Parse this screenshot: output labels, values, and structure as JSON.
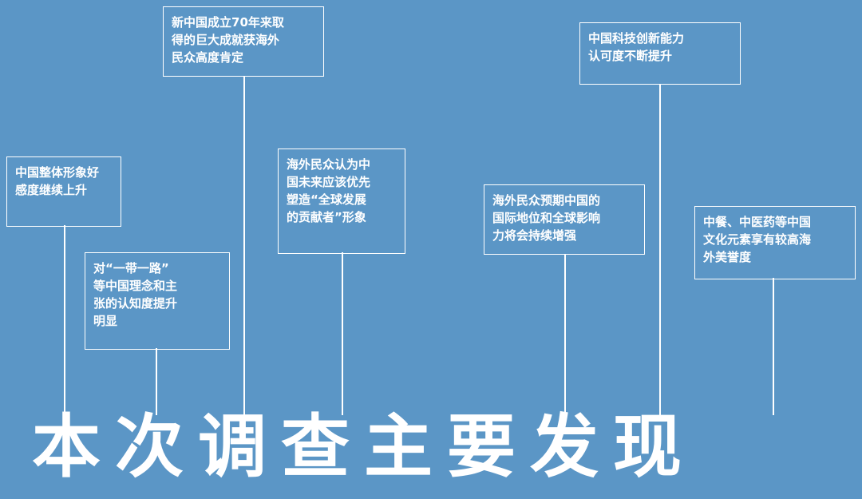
{
  "colors": {
    "background": "#5b96c6",
    "foreground": "#ffffff"
  },
  "headline": "本次调查主要发现",
  "findings": [
    {
      "id": "overall-image",
      "text": "中国整体形象好\n感度继续上升"
    },
    {
      "id": "belt-road",
      "text": "对“一带一路”\n等中国理念和主\n张的认知度提升\n明显"
    },
    {
      "id": "seventy-years",
      "text": "新中国成立70年来取\n得的巨大成就获海外\n民众高度肯定"
    },
    {
      "id": "global-contributor",
      "text": "海外民众认为中\n国未来应该优先\n塑造“全球发展\n的贡献者”形象"
    },
    {
      "id": "international-status",
      "text": "海外民众预期中国的\n国际地位和全球影响\n力将会持续增强"
    },
    {
      "id": "tech-innovation",
      "text": "中国科技创新能力\n认可度不断提升"
    },
    {
      "id": "culture-elements",
      "text": "中餐、中医药等中国\n文化元素享有较高海\n外美誉度"
    }
  ]
}
